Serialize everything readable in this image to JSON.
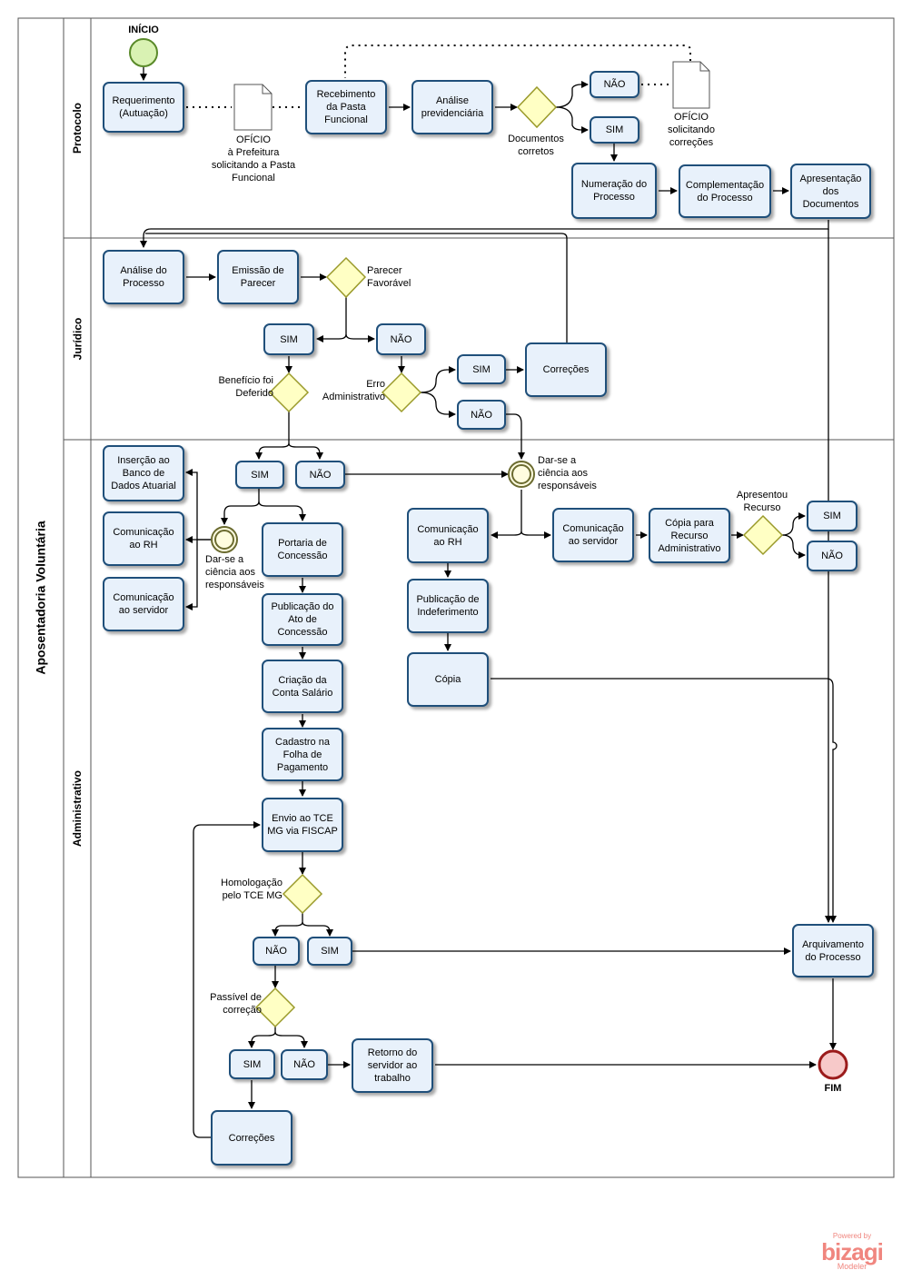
{
  "pool": {
    "title": "Aposentadoria Voluntária"
  },
  "lanes": {
    "protocolo": "Protocolo",
    "juridico": "Jurídico",
    "administrativo": "Administrativo"
  },
  "events": {
    "start": "INÍCIO",
    "end": "FIM"
  },
  "tasks": {
    "requerimento": "Requerimento (Autuação)",
    "recebimento": "Recebimento da Pasta Funcional",
    "analise_prev": "Análise previdenciária",
    "nao_p1": "NÃO",
    "sim_p1": "SIM",
    "numeracao": "Numeração do Processo",
    "complementacao": "Complementação do Processo",
    "apresentacao": "Apresentação dos Documentos",
    "analise_proc": "Análise do Processo",
    "emissao": "Emissão de Parecer",
    "sim_j1": "SIM",
    "nao_j1": "NÃO",
    "sim_j2": "SIM",
    "nao_j2": "NÃO",
    "correcoes_j": "Correções",
    "insercao": "Inserção ao Banco de Dados Atuarial",
    "comunic_rh_1": "Comunicação ao RH",
    "comunic_serv_1": "Comunicação ao servidor",
    "sim_a1": "SIM",
    "nao_a1": "NÃO",
    "portaria": "Portaria de Concessão",
    "publicacao_ato": "Publicação do Ato de Concessão",
    "criacao_conta": "Criação da Conta Salário",
    "cadastro_folha": "Cadastro na Folha de Pagamento",
    "envio_tce": "Envio ao TCE MG via FISCAP",
    "nao_a2": "NÃO",
    "sim_a2": "SIM",
    "sim_a3": "SIM",
    "nao_a3": "NÃO",
    "correcoes_a": "Correções",
    "retorno": "Retorno do servidor ao trabalho",
    "comunic_rh_2": "Comunicação ao RH",
    "publicacao_indef": "Publicação de Indeferimento",
    "copia": "Cópia",
    "comunic_serv_2": "Comunicação ao servidor",
    "copia_recurso": "Cópia para Recurso Administrativo",
    "sim_a4": "SIM",
    "nao_a4": "NÃO",
    "arquivamento": "Arquivamento do Processo"
  },
  "labels": {
    "oficio_prefeitura": "OFÍCIO\nà Prefeitura\nsolicitando a Pasta\nFuncional",
    "oficio_correcoes": "OFÍCIO\nsolicitando\ncorreções",
    "documentos_corretos": "Documentos\ncorretos",
    "parecer_favoravel": "Parecer\nFavorável",
    "beneficio_deferido": "Benefício foi\nDeferido",
    "erro_administrativo": "Erro\nAdministrativo",
    "darse_1": "Dar-se a\nciência aos\nresponsáveis",
    "darse_2": "Dar-se a\nciência aos\nresponsáveis",
    "apresentou_recurso": "Apresentou\nRecurso",
    "homologacao": "Homologação\npelo TCE MG",
    "passivel": "Passível de\ncorreção"
  },
  "brand": {
    "powered": "Powered by",
    "name": "bizagi",
    "product": "Modeler"
  },
  "colors": {
    "task_fill": "#e8f1fb",
    "task_border": "#1f4f7a",
    "gateway_fill": "#ffffc4",
    "gateway_border": "#9a9a2a",
    "start_fill": "#d9f2b3",
    "start_border": "#5a8a2a",
    "end_fill": "#f7c9c9",
    "end_border": "#9b1b1b",
    "brand": "#f0867f"
  }
}
